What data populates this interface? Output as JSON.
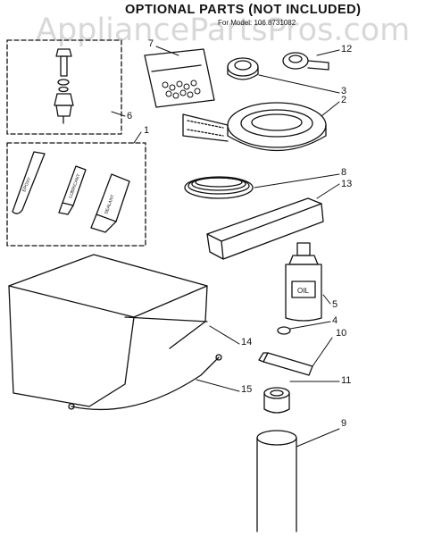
{
  "header": {
    "title": "OPTIONAL PARTS (NOT INCLUDED)",
    "model_line": "For Model: 106.8731082"
  },
  "watermark": {
    "text": "AppliancePartsPros.com"
  },
  "parts": [
    {
      "id": "part-1",
      "number": "1"
    },
    {
      "id": "part-2",
      "number": "2"
    },
    {
      "id": "part-3",
      "number": "3"
    },
    {
      "id": "part-4",
      "number": "4"
    },
    {
      "id": "part-5",
      "number": "5"
    },
    {
      "id": "part-6",
      "number": "6"
    },
    {
      "id": "part-7",
      "number": "7"
    },
    {
      "id": "part-8",
      "number": "8"
    },
    {
      "id": "part-9",
      "number": "9"
    },
    {
      "id": "part-10",
      "number": "10"
    },
    {
      "id": "part-11",
      "number": "11"
    },
    {
      "id": "part-12",
      "number": "12"
    },
    {
      "id": "part-13",
      "number": "13"
    },
    {
      "id": "part-14",
      "number": "14"
    },
    {
      "id": "part-15",
      "number": "15"
    }
  ],
  "labels": {
    "oil_bottle": "OIL",
    "stick": "EPOXY",
    "tube_small": "LUBRICANT",
    "tube_large": "SEALANT"
  }
}
